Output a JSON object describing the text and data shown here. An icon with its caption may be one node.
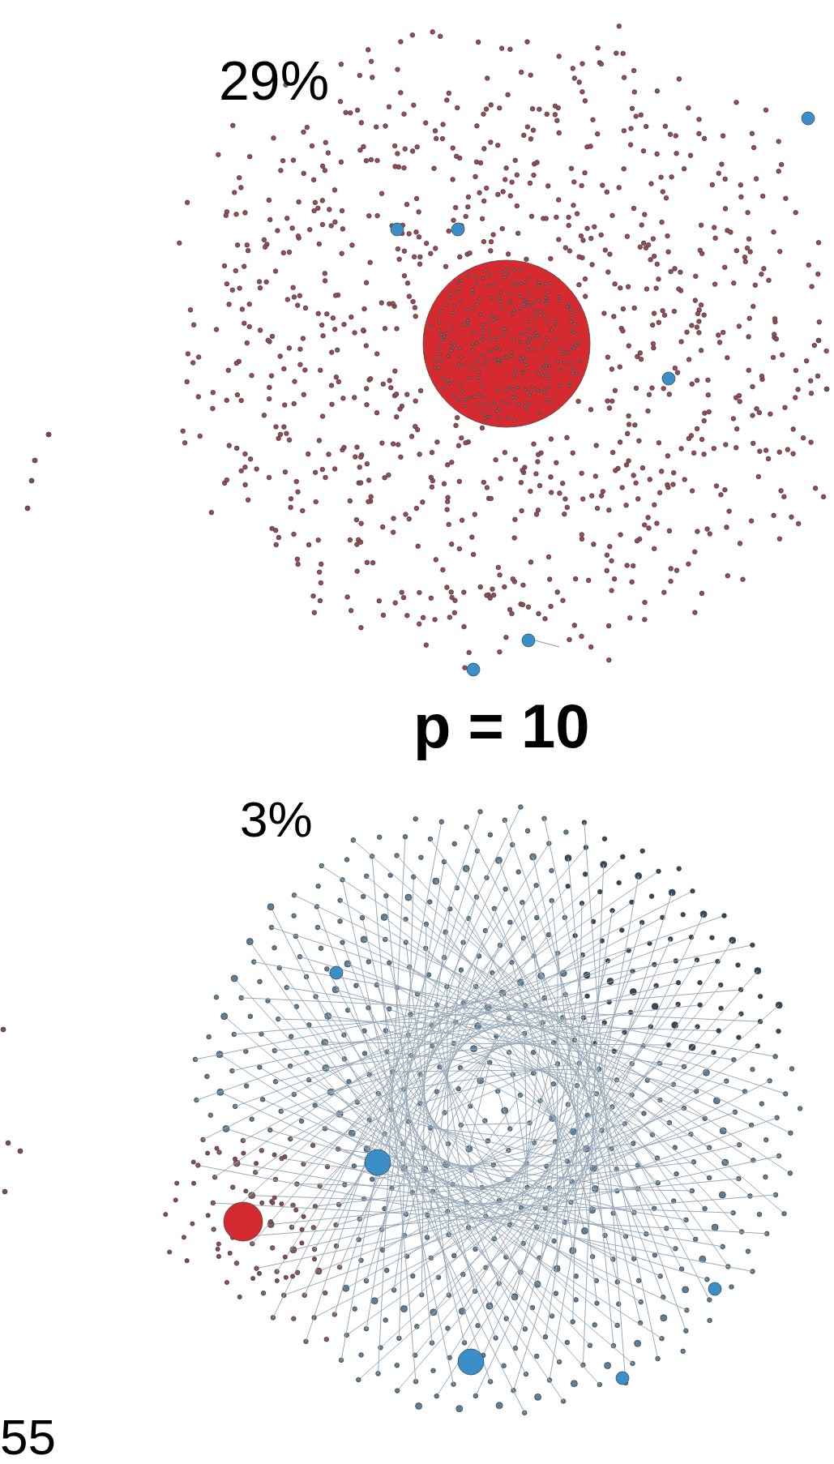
{
  "diagram": {
    "labels": [
      "29%",
      "p = 10",
      "3%",
      "55"
    ]
  }
}
